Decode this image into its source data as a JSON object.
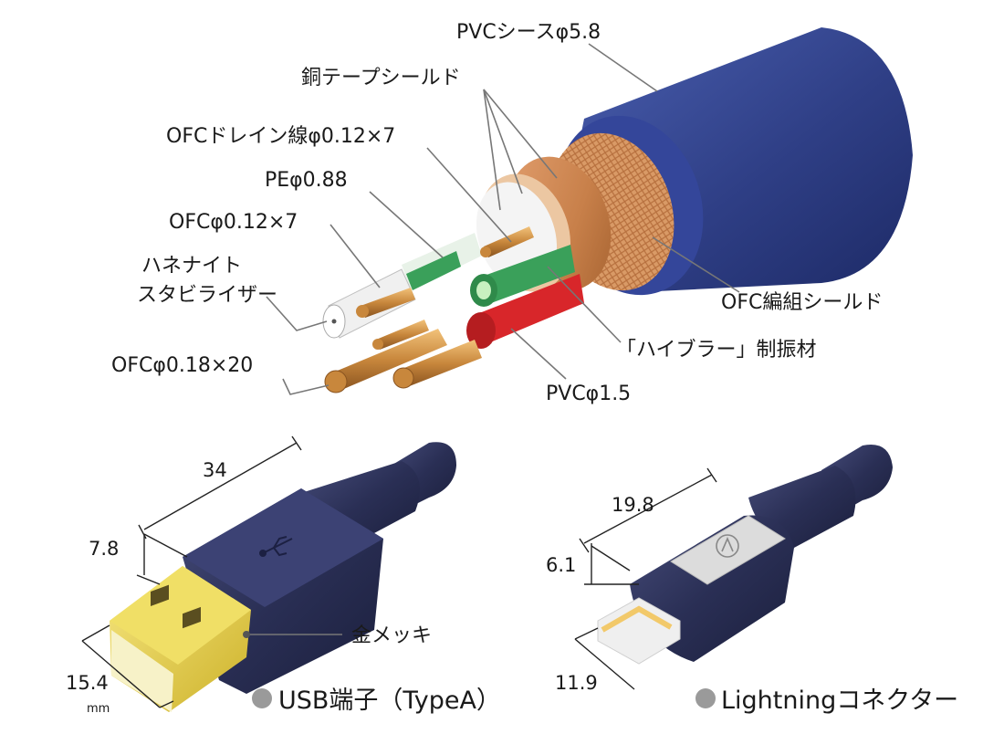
{
  "cable_labels": {
    "pvc_sheath": "PVCシースφ5.8",
    "copper_tape_shield": "銅テープシールド",
    "ofc_drain": "OFCドレイン線φ0.12×7",
    "pe": "PEφ0.88",
    "ofc_small": "OFCφ0.12×7",
    "stabilizer_line1": "ハネナイト",
    "stabilizer_line2": "スタビライザー",
    "ofc_large": "OFCφ0.18×20",
    "ofc_braid_shield": "OFC編組シールド",
    "hibrar": "「ハイブラー」制振材",
    "pvc_insulation": "PVCφ1.5"
  },
  "usb": {
    "length": "34",
    "height": "7.8",
    "width": "15.4",
    "unit": "mm",
    "gold_plating": "金メッキ",
    "caption": "USB端子（TypeA）"
  },
  "lightning": {
    "length": "19.8",
    "height": "6.1",
    "width": "11.9",
    "caption": "Lightningコネクター"
  },
  "colors": {
    "sheath_blue": "#2f3f86",
    "copper": "#c8804a",
    "connector_navy": "#2a2f55",
    "gold": "#e8d24a",
    "green": "#3aa05a",
    "red": "#d8262a"
  }
}
